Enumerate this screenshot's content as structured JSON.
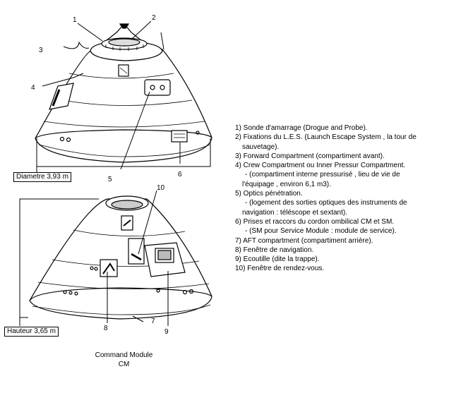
{
  "callouts": {
    "n1": "1",
    "n2": "2",
    "n3": "3",
    "n4": "4",
    "n5": "5",
    "n6": "6",
    "n7": "7",
    "n8": "8",
    "n9": "9",
    "n10": "10"
  },
  "dimensions": {
    "diameter": "Diametre 3,93 m",
    "height": "Hauteur 3,65 m"
  },
  "legend": [
    "1) Sonde d'amarrage (Drogue and Probe).",
    "2) Fixations du L.E.S. (Launch Escape System , la tour de",
    "sauvetage).",
    "3) Forward Compartment (compartiment avant).",
    "4) Crew Compartment ou Inner Pressur Compartment.",
    "- (compartiment interne pressurisé , lieu de vie de",
    "l'équipage , environ 6,1 m3).",
    "5) Optics pénétration.",
    "- (logement des sorties optiques des instruments de",
    "navigation : téléscope et sextant).",
    "6)  Prises et raccors du cordon ombilical CM et SM.",
    "- (SM pour Service Module : module de service).",
    "7) AFT compartment (compartiment arrière).",
    "8) Fenêtre de navigation.",
    "9) Ecoutille (dite la trappe).",
    "10) Fenêtre de rendez-vous."
  ],
  "caption": {
    "line1": "Command Module",
    "line2": "CM"
  }
}
